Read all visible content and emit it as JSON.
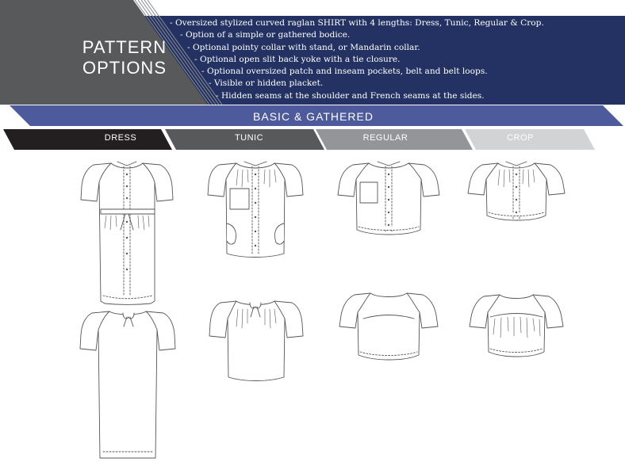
{
  "header": {
    "title_line1": "PATTERN",
    "title_line2": "OPTIONS",
    "features": [
      "- Oversized stylized curved raglan SHIRT with 4 lengths: Dress, Tunic, Regular & Crop.",
      "- Option of a simple or gathered bodice.",
      "- Optional pointy collar with stand, or Mandarin collar.",
      "- Optional open slit back yoke with a tie closure.",
      "- Optional oversized patch and inseam pockets, belt and belt loops.",
      "- Visible or hidden placket.",
      "- Hidden seams at the shoulder and French seams at the sides."
    ]
  },
  "section": {
    "label": "BASIC & GATHERED"
  },
  "tabs": [
    {
      "label": "DRESS",
      "color": "#231f20"
    },
    {
      "label": "TUNIC",
      "color": "#58595b"
    },
    {
      "label": "REGULAR",
      "color": "#939598"
    },
    {
      "label": "CROP",
      "color": "#d1d3d4"
    }
  ],
  "colors": {
    "navy": "#233262",
    "charcoal": "#58595b",
    "band": "#4d5a9b"
  }
}
